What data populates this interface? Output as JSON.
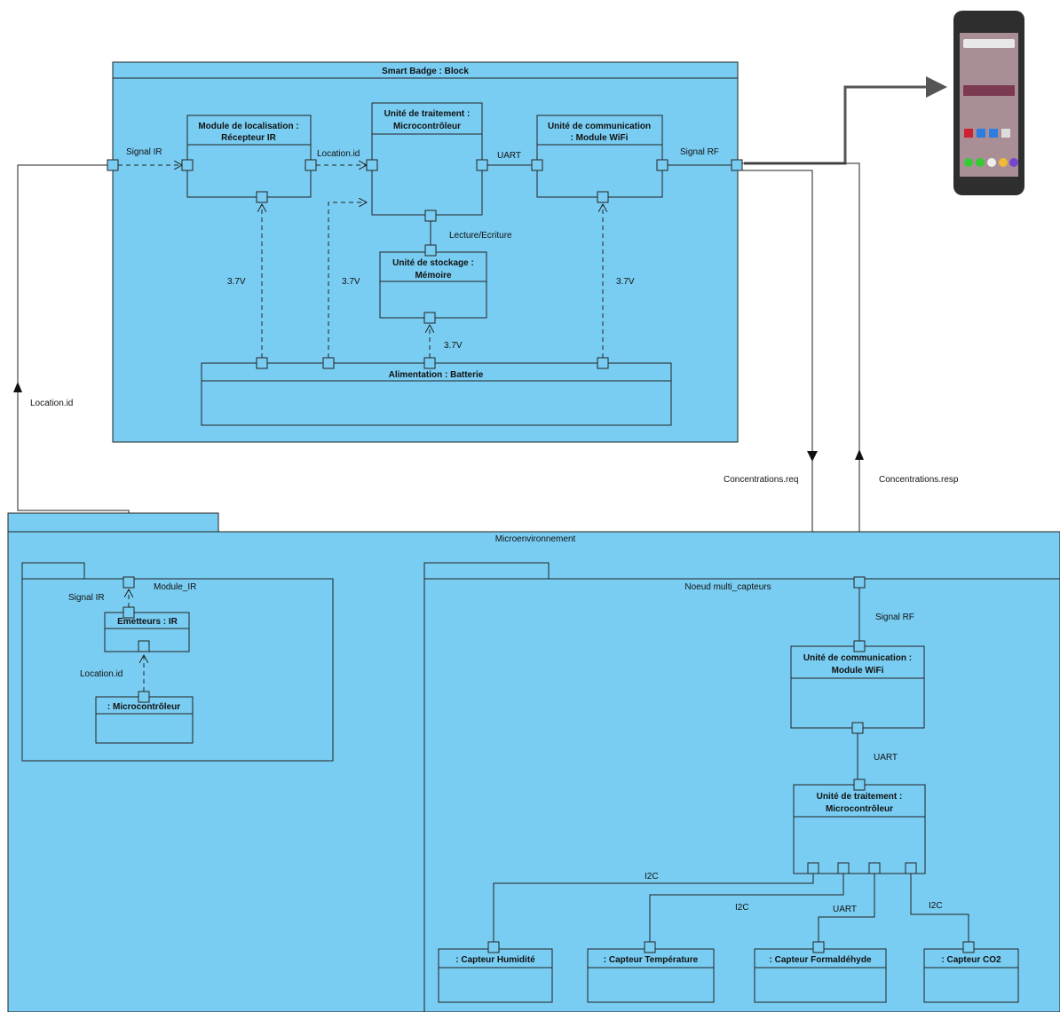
{
  "colors": {
    "fill": "#79cdf2",
    "stroke": "#222222"
  },
  "badge": {
    "title": "Smart Badge : Block",
    "loc_module": [
      "Module de localisation :",
      "Récepteur IR"
    ],
    "proc_unit": [
      "Unité de traitement :",
      "Microcontrôleur"
    ],
    "comm_unit": [
      "Unité de communication",
      ": Module WiFi"
    ],
    "storage": [
      "Unité de stockage :",
      "Mémoire"
    ],
    "battery": "Alimentation : Batterie",
    "labels": {
      "signal_ir": "Signal IR",
      "location_id": "Location.id",
      "uart": "UART",
      "signal_rf": "Signal RF",
      "lecture": "Lecture/Ecriture",
      "v1": "3.7V",
      "v2": "3.7V",
      "v3": "3.7V",
      "v4": "3.7V"
    }
  },
  "external": {
    "location_id": "Location.id",
    "conc_req": "Concentrations.req",
    "conc_resp": "Concentrations.resp",
    "phone_icon": "smartphone-icon"
  },
  "micro": {
    "title": "Microenvironnement",
    "module_ir": {
      "title": "Module_IR",
      "emitters": "Emetteurs : IR",
      "mcu": ": Microcontrôleur",
      "signal_ir": "Signal IR",
      "location_id": "Location.id"
    },
    "node": {
      "title": "Noeud multi_capteurs",
      "signal_rf": "Signal RF",
      "comm": [
        "Unité de communication :",
        "Module WiFi"
      ],
      "uart": "UART",
      "proc": [
        "Unité de traitement :",
        "Microcontrôleur"
      ],
      "sensors": [
        ": Capteur Humidité",
        ": Capteur Température",
        ": Capteur Formaldéhyde",
        ": Capteur CO2"
      ],
      "buses": [
        "I2C",
        "I2C",
        "UART",
        "I2C"
      ]
    }
  }
}
